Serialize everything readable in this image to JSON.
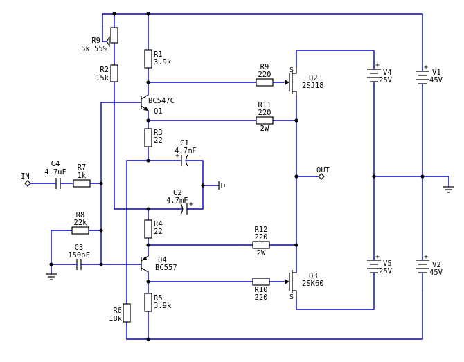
{
  "colors": {
    "wire": "#0000c8",
    "component": "#000000",
    "background": "#ffffff"
  },
  "components": {
    "R1": {
      "ref": "R1",
      "value": "3.9k"
    },
    "R2": {
      "ref": "R2",
      "value": "15k"
    },
    "R3": {
      "ref": "R3",
      "value": "22"
    },
    "R4": {
      "ref": "R4",
      "value": "22"
    },
    "R5": {
      "ref": "R5",
      "value": "3.9k"
    },
    "R6": {
      "ref": "R6",
      "value": "18k"
    },
    "R7": {
      "ref": "R7",
      "value": "1k"
    },
    "R8": {
      "ref": "R8",
      "value": "22k"
    },
    "R9": {
      "ref": "R9",
      "value": "5k 55%"
    },
    "R9r": {
      "ref": "R9",
      "value": "220"
    },
    "R10": {
      "ref": "R10",
      "value": "220"
    },
    "R11": {
      "ref": "R11",
      "value": "220",
      "rating": "2W"
    },
    "R12": {
      "ref": "R12",
      "value": "220",
      "rating": "2W"
    },
    "C1": {
      "ref": "C1",
      "value": "4.7mF"
    },
    "C2": {
      "ref": "C2",
      "value": "4.7mF"
    },
    "C3": {
      "ref": "C3",
      "value": "150pF"
    },
    "C4": {
      "ref": "C4",
      "value": "4.7uF"
    },
    "Q1": {
      "ref": "Q1",
      "part": "BC547C"
    },
    "Q2": {
      "ref": "Q2",
      "part": "2SJ18"
    },
    "Q3": {
      "ref": "Q3",
      "part": "2SK60"
    },
    "Q4": {
      "ref": "Q4",
      "part": "BC557"
    },
    "V1": {
      "ref": "V1",
      "value": "45V"
    },
    "V2": {
      "ref": "V2",
      "value": "45V"
    },
    "V4": {
      "ref": "V4",
      "value": "25V"
    },
    "V5": {
      "ref": "V5",
      "value": "25V"
    }
  },
  "ports": {
    "input": "IN",
    "output": "OUT"
  },
  "symbols": {
    "source_pin": "S",
    "plus": "+"
  }
}
